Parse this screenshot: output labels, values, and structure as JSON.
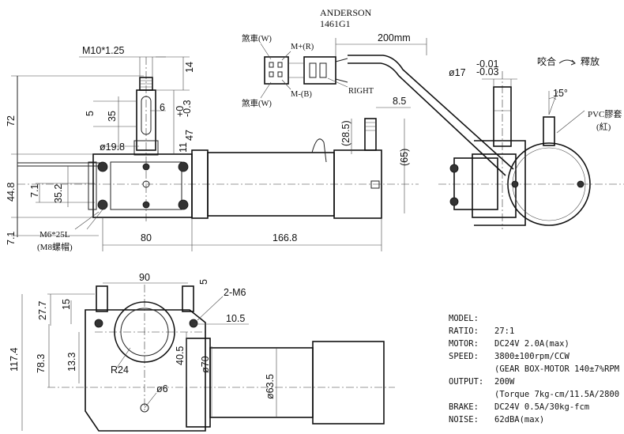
{
  "header": {
    "brand": "ANDERSON",
    "model_code": "1461G1",
    "lead_length": "200mm"
  },
  "connector": {
    "pin_plus": "M+(R)",
    "pin_minus": "M-(B)",
    "brake_top": "煞車(W)",
    "brake_bottom": "煞車(W)",
    "side": "RIGHT"
  },
  "front_view": {
    "thread": "M10*1.25",
    "dims": {
      "d14": "14",
      "d6": "6",
      "d5": "5",
      "d35": "35",
      "d47": "47",
      "d47_tol_upper": "+0",
      "d47_tol_lower": "-0.3",
      "d72": "72",
      "d19_8": "ø19.8",
      "d11": "11",
      "d44_8": "44.8",
      "d7_1_a": "7.1",
      "d35_2": "35.2",
      "d7_1_b": "7.1",
      "d80": "80",
      "d166_8": "166.8",
      "d28_5": "(28.5)",
      "d65": "(65)",
      "d8_5": "8.5"
    },
    "bolt_note": "M6*25L",
    "nut_note": "(M8螺帽)"
  },
  "side_view": {
    "shaft_dia": "ø17",
    "shaft_tol_upper": "-0.01",
    "shaft_tol_lower": "-0.03",
    "engage": "咬合",
    "release": "釋放",
    "angle": "15°",
    "tube_label": "PVC膠套",
    "tube_color": "(紅)"
  },
  "bottom_view": {
    "dims": {
      "d90": "90",
      "d5": "5",
      "holes": "2-M6",
      "d27_7": "27.7",
      "d15": "15",
      "d10_5": "10.5",
      "d117_4": "117.4",
      "d78_3": "78.3",
      "d13_3": "13.3",
      "d40_5": "40.5",
      "d70": "ø70",
      "d63_5": "ø63.5",
      "r24": "R24",
      "d6": "ø6"
    }
  },
  "specs": {
    "model_label": "MODEL:",
    "ratio_label": "RATIO:",
    "ratio_value": "27:1",
    "motor_label": "MOTOR:",
    "motor_value": "DC24V  2.0A(max)",
    "speed_label": "SPEED:",
    "speed_value": "3800±100rpm/CCW",
    "speed_note": "(GEAR BOX-MOTOR 140±7%RPM",
    "output_label": "OUTPUT:",
    "output_value": "200W",
    "output_note": "(Torque 7kg-cm/11.5A/2800",
    "brake_label": "BRAKE:",
    "brake_value": "DC24V 0.5A/30kg-fcm",
    "noise_label": "NOISE:",
    "noise_value": "62dBA(max)"
  }
}
